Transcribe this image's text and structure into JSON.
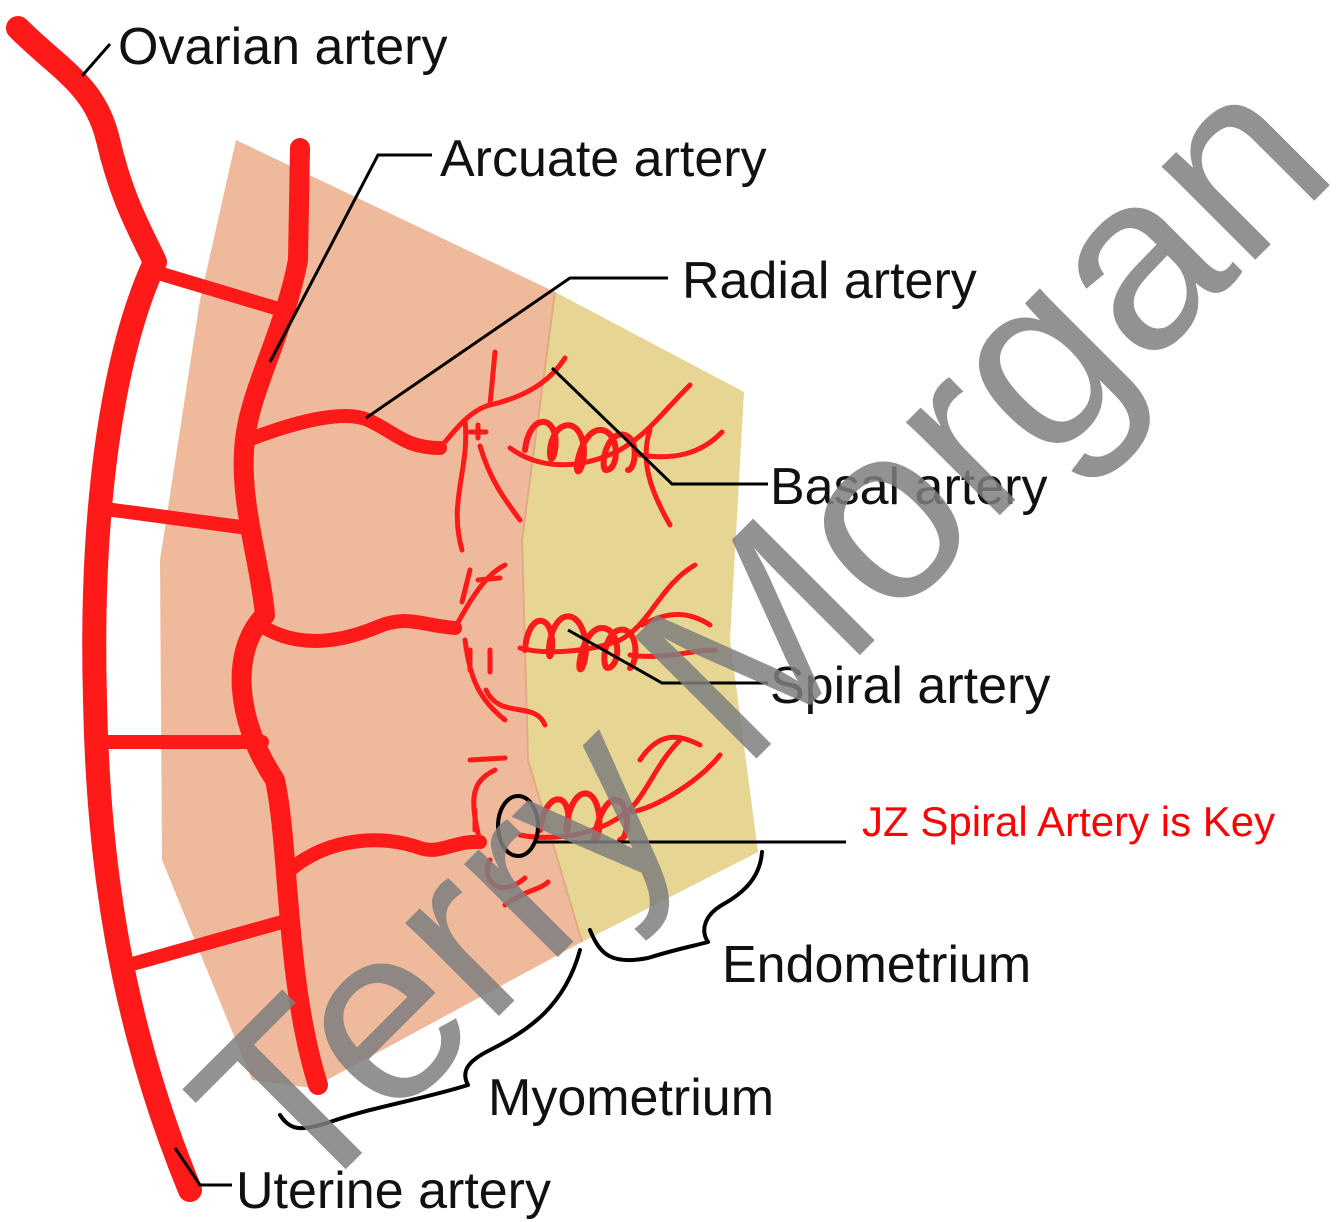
{
  "labels": {
    "ovarian": "Ovarian artery",
    "arcuate": "Arcuate artery",
    "radial": "Radial artery",
    "basal": "Basal artery",
    "spiral": "Spiral artery",
    "jz": "JZ Spiral Artery is Key",
    "endometrium": "Endometrium",
    "myometrium": "Myometrium",
    "uterine": "Uterine artery"
  },
  "watermark": "Terry Morgan",
  "colors": {
    "artery": "#ff1a1a",
    "myometrium": "#efb99c",
    "endometrium": "#e6d593",
    "highlight_text": "#ff0000",
    "highlight_circle": "#000000",
    "watermark": "#7f7f7f"
  }
}
